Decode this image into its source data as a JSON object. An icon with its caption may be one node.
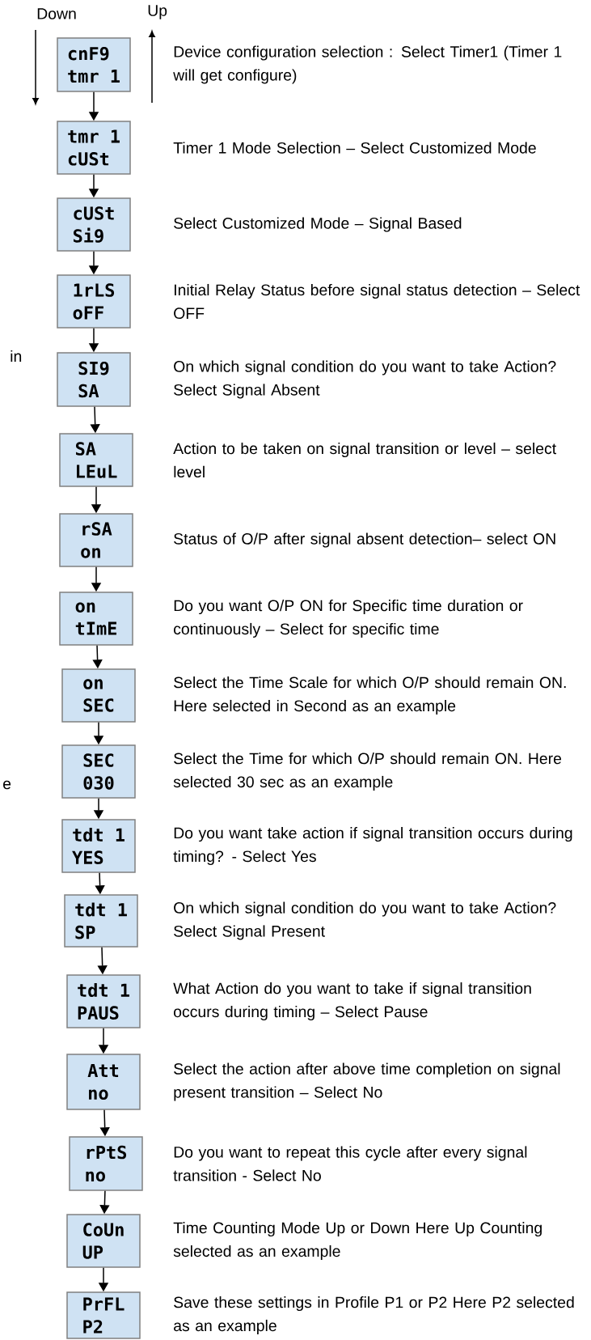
{
  "diagram": {
    "nodes": [
      {
        "text": [
          "cnF9",
          "tmr 1"
        ],
        "beside": [
          "Device configuration selection : Select Timer1 (Timer 1 will get configure)"
        ]
      },
      {
        "text": [
          "tmr 1",
          "cUSt"
        ],
        "beside": [
          "Timer 1 Mode Selection – Select Customized Mode"
        ]
      },
      {
        "text": [
          "cUSt",
          "Si9"
        ],
        "beside": [
          "Select Customized Mode – Signal Based"
        ]
      },
      {
        "text": [
          "1rLS",
          "oFF"
        ],
        "beside": [
          "Initial Relay Status before signal status detection – Select OFF"
        ]
      },
      {
        "text": [
          "SI9",
          "SA"
        ],
        "beside": [
          "On which signal condition do you want to take Action? Select Signal Absent"
        ]
      },
      {
        "text": [
          "SA",
          "LEuL"
        ],
        "beside": [
          "Action to be taken on signal transition or level – select level"
        ]
      },
      {
        "text": [
          "rSA",
          "on"
        ],
        "beside": [
          "Status of O/P after signal absent detection– select ON"
        ]
      },
      {
        "text": [
          "on",
          "tImE"
        ],
        "beside": [
          "Do you want O/P ON for Specific time duration or continuously – Select for specific time"
        ]
      },
      {
        "text": [
          "on",
          "SEC"
        ],
        "beside": [
          "Select the Time Scale for which O/P should remain ON. Here selected in Second as an example"
        ]
      },
      {
        "text": [
          "SEC",
          "030"
        ],
        "beside": [
          "Select the Time for which O/P should remain ON. Here selected  30 sec as an example"
        ]
      },
      {
        "text": [
          "tdt 1",
          "YES"
        ],
        "beside": [
          "Do you want take action if signal transition occurs during timing? - Select Yes"
        ]
      },
      {
        "text": [
          "tdt 1",
          "SP"
        ],
        "beside": [
          "On which signal condition do you want to take Action? Select Signal Present"
        ]
      },
      {
        "text": [
          "tdt 1",
          "PAUS"
        ],
        "beside": [
          "What Action do you want to take if signal transition occurs during timing – Select Pause"
        ]
      },
      {
        "text": [
          "Att",
          "no"
        ],
        "beside": [
          "Select the action after above time completion on signal present transition – Select No"
        ]
      },
      {
        "text": [
          "rPtS",
          "no"
        ],
        "beside": [
          "Do you want to repeat this cycle after every signal transition - Select No"
        ]
      },
      {
        "text": [
          "CoUn",
          "UP"
        ],
        "beside": [
          "Time Counting Mode Up or Down Here Up Counting selected as an example"
        ]
      },
      {
        "text": [
          "PrFL",
          "P2"
        ],
        "beside": [
          "Save these settings in Profile P1 or P2 Here P2 selected as an example"
        ]
      }
    ],
    "edges": [
      {
        "from": 0,
        "to": 1,
        "arrow": "to"
      },
      {
        "from": 1,
        "to": 2,
        "arrow": "to"
      },
      {
        "from": 2,
        "to": 3,
        "arrow": "to"
      },
      {
        "from": 3,
        "to": 4,
        "arrow": "to"
      },
      {
        "from": 4,
        "to": 5,
        "arrow": "to"
      },
      {
        "from": 5,
        "to": 6,
        "arrow": "to"
      },
      {
        "from": 6,
        "to": 7,
        "arrow": "to"
      },
      {
        "from": 7,
        "to": 8,
        "arrow": "to"
      },
      {
        "from": 8,
        "to": 9,
        "arrow": "to"
      },
      {
        "from": 9,
        "to": 10,
        "arrow": "to"
      },
      {
        "from": 10,
        "to": 11,
        "arrow": "to"
      },
      {
        "from": 11,
        "to": 12,
        "arrow": "to"
      },
      {
        "from": 12,
        "to": 13,
        "arrow": "to"
      },
      {
        "from": 13,
        "to": 14,
        "arrow": "to"
      },
      {
        "from": 14,
        "to": 15,
        "arrow": "to"
      },
      {
        "from": 15,
        "to": 16,
        "arrow": "to"
      }
    ],
    "labels": [
      "Down",
      "Up",
      "in",
      "e"
    ]
  }
}
